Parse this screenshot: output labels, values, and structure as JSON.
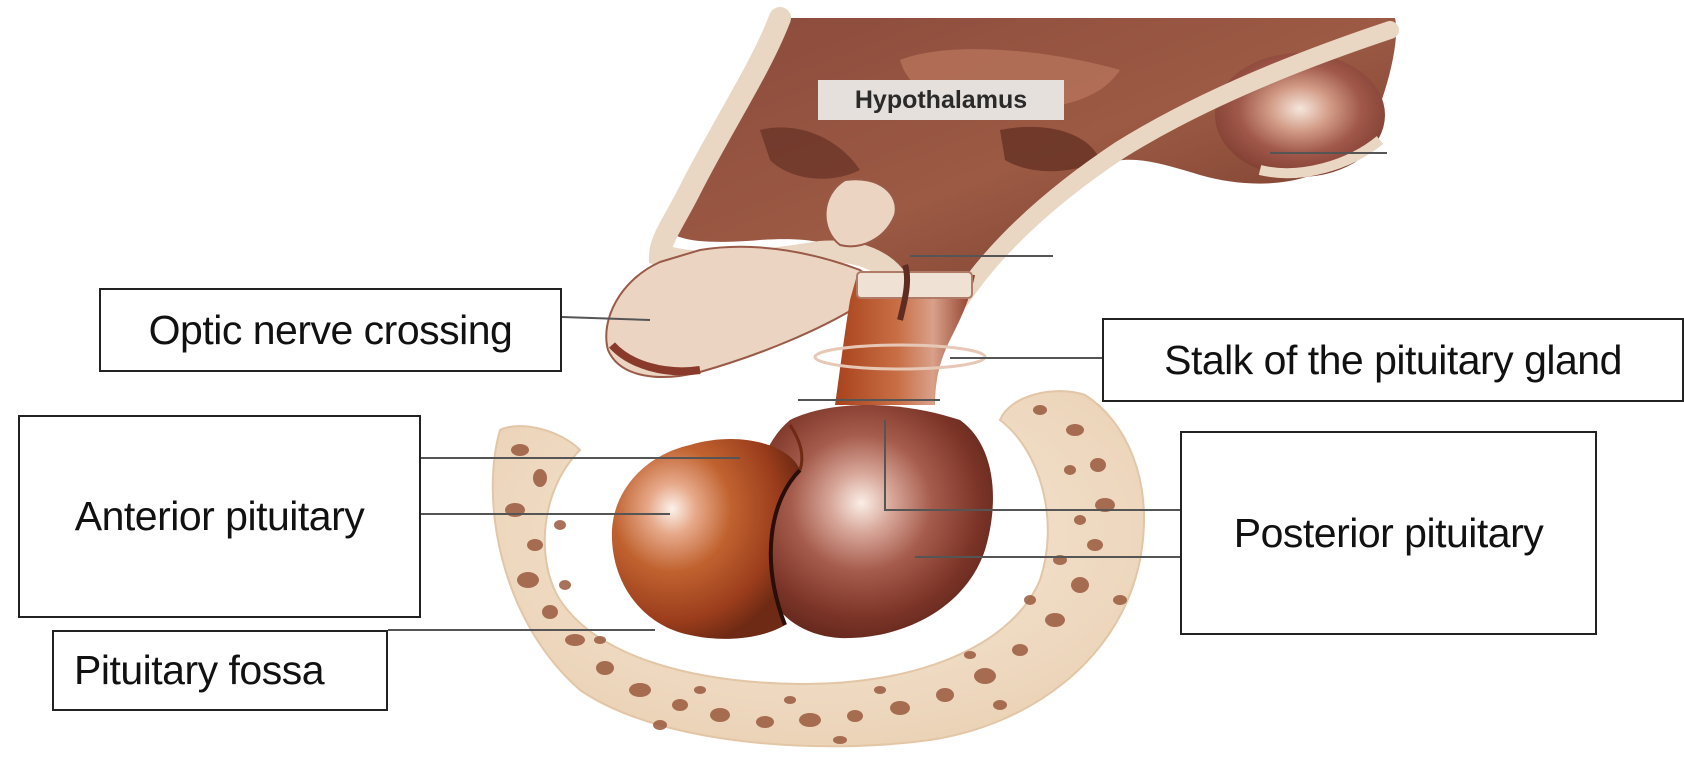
{
  "labels": {
    "hypothalamus": "Hypothalamus",
    "optic_nerve_crossing": "Optic nerve crossing",
    "stalk": "Stalk of the pituitary gland",
    "anterior_pituitary": "Anterior pituitary",
    "posterior_pituitary": "Posterior pituitary",
    "pituitary_fossa": "Pituitary fossa"
  },
  "colors": {
    "hypothalamus_tissue": "#8a4a3a",
    "membrane": "#ecd9c6",
    "anterior_lobe": "#a4421f",
    "posterior_lobe": "#7e3a2c",
    "bone": "#f1dcc2",
    "bone_speckle": "#9a5a3e",
    "leader_line": "#555555"
  }
}
